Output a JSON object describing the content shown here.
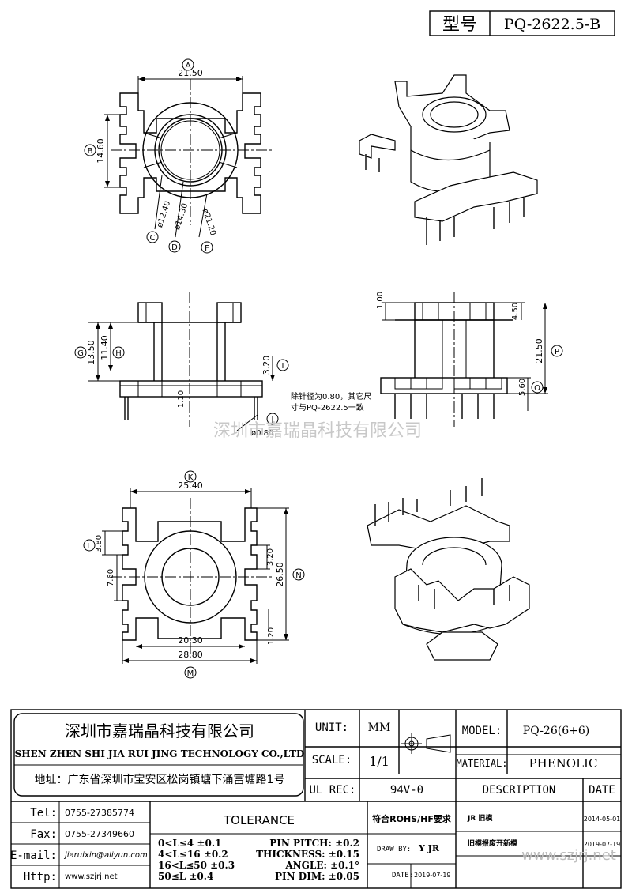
{
  "model_box": {
    "label": "型号",
    "value": "PQ-2622.5-B"
  },
  "top_view": {
    "dims": {
      "width": "21.50",
      "height": "14.60",
      "d1": "ø12.40",
      "d2": "ø14.30",
      "d3": "ø21.20"
    },
    "markers": {
      "A": "A",
      "B": "B",
      "C": "C",
      "D": "D",
      "F": "F"
    }
  },
  "side_view": {
    "dims": {
      "g": "13.50",
      "h": "11.40",
      "i": "3.20",
      "pin": "1.10",
      "j": "ø0.80"
    },
    "markers": {
      "G": "G",
      "H": "H",
      "I": "I",
      "J": "J"
    }
  },
  "front_view": {
    "dims": {
      "top": "1.00",
      "top2": "4.50",
      "total": "21.50",
      "bottom": "5.60"
    },
    "markers": {
      "P": "P",
      "O": "O"
    }
  },
  "note": {
    "line1": "除针径为0.80，其它尺",
    "line2": "寸与PQ-2622.5一致"
  },
  "watermark": "深圳市嘉瑞晶科技有限公司",
  "bottom_view": {
    "dims": {
      "top": "25.40",
      "l1": "3.80",
      "l2": "7.60",
      "r1": "3.20",
      "height": "26.50",
      "inner": "20.30",
      "r2": "1.20",
      "total": "28.80"
    },
    "markers": {
      "K": "K",
      "L": "L",
      "N": "N",
      "M": "M"
    }
  },
  "title_block": {
    "company_cn": "深圳市嘉瑞晶科技有限公司",
    "company_en": "SHEN ZHEN SHI  JIA RUI JING  TECHNOLOGY CO.,LTD",
    "address": "地址：广东省深圳市宝安区松岗镇塘下涌富塘路1号",
    "unit_label": "UNIT:",
    "unit_value": "MM",
    "scale_label": "SCALE:",
    "scale_value": "1/1",
    "ul_label": "UL REC:",
    "ul_value": "94V-0",
    "model_label": "MODEL:",
    "model_value": "PQ-26(6+6)",
    "material_label": "MATERIAL:",
    "material_value": "PHENOLIC",
    "description_label": "DESCRIPTION",
    "date_label": "DATE",
    "tel_label": "Tel:",
    "tel_value": "0755-27385774",
    "fax_label": "Fax:",
    "fax_value": "0755-27349660",
    "email_label": "E-mail:",
    "email_value": "jiaruixin@aliyun.com",
    "http_label": "Http:",
    "http_value": "www.szjrj.net",
    "tolerance_label": "TOLERANCE",
    "tol_rows": [
      "0<L≤4    ±0.1",
      "4<L≤16   ±0.2",
      "16<L≤50  ±0.3",
      "50≤L     ±0.4"
    ],
    "pin_rows": [
      "PIN PITCH:   ±0.2",
      "THICKNESS:   ±0.15",
      "ANGLE:   ±0.1°",
      "PIN DIM:   ±0.05"
    ],
    "rohs": "符合ROHS/HF要求",
    "draw_by_label": "DRAW BY:",
    "draw_by_value": "Y JR",
    "date_row_label": "DATE:",
    "date_row_value": "2019-07-19",
    "desc1": "JR 旧模",
    "date1": "2014-05-01",
    "desc2": "旧模报废开新模",
    "date2": "2019-07-19",
    "website_watermark": "www.szjrj.net"
  }
}
